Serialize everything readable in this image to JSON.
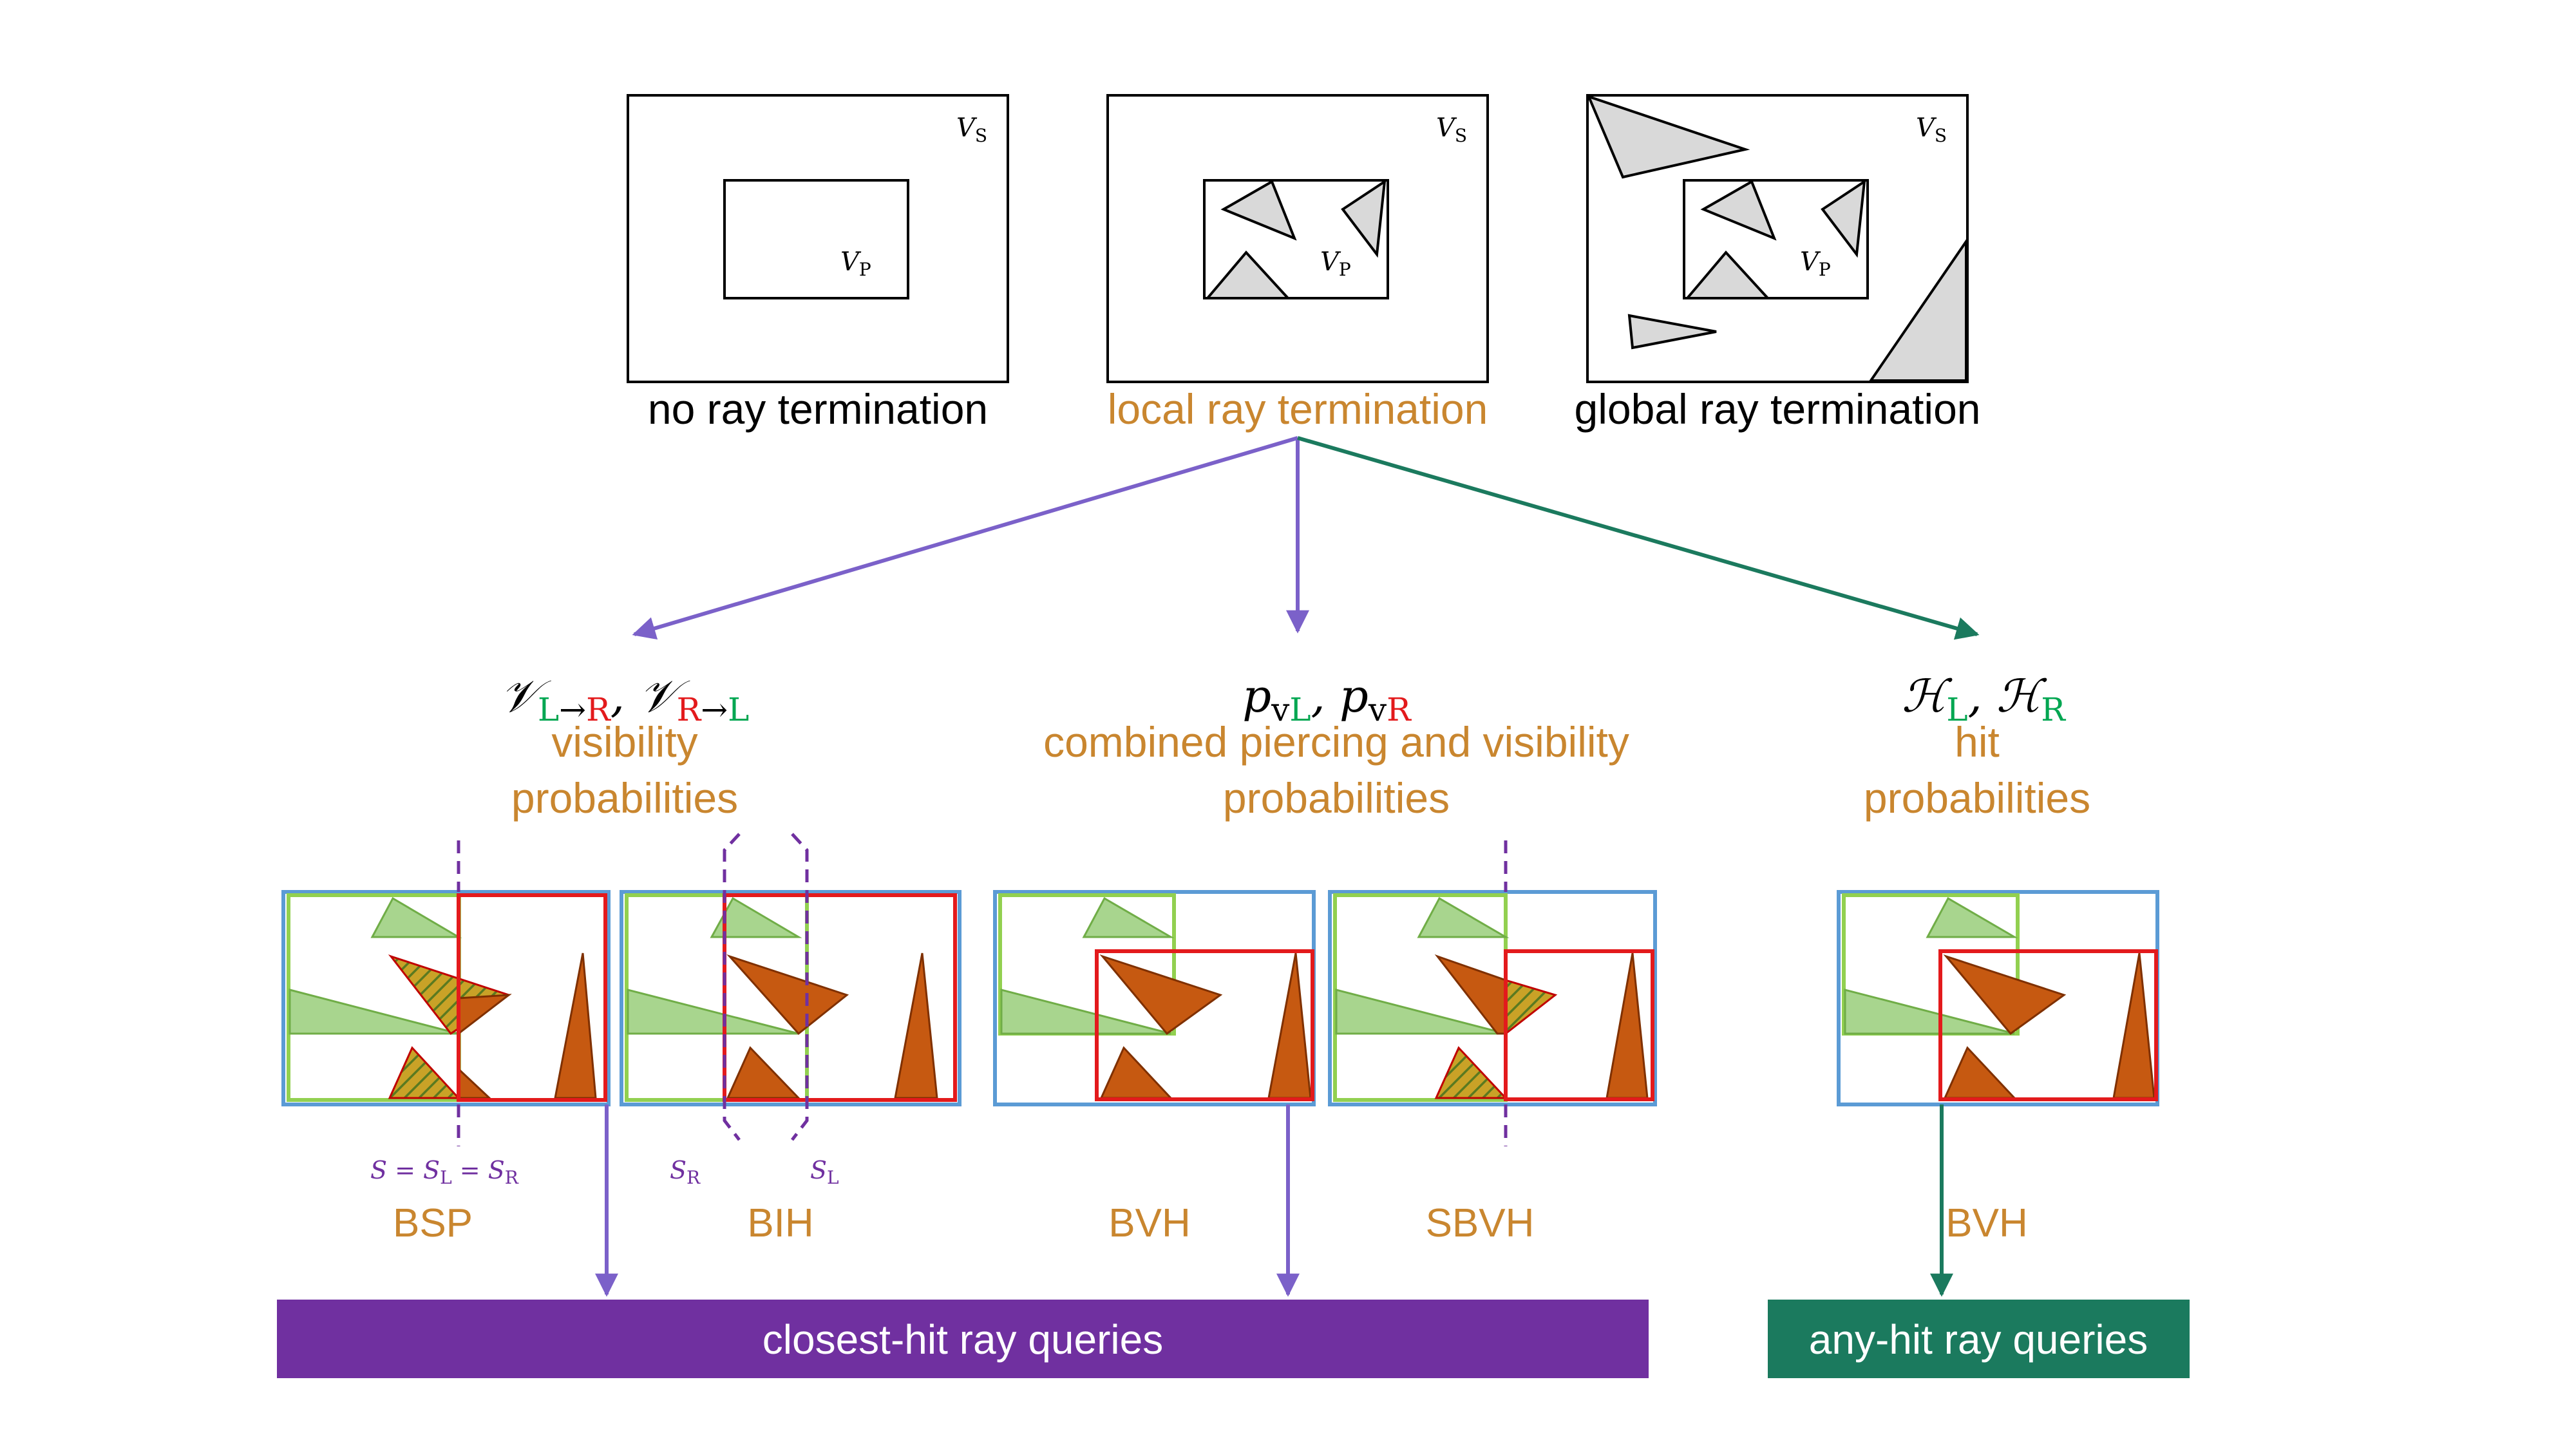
{
  "termination": {
    "none": {
      "label": "no ray termination",
      "vs": "V",
      "vs_sub": "S",
      "vp": "V",
      "vp_sub": "P"
    },
    "local": {
      "label": "local ray termination",
      "vs": "V",
      "vs_sub": "S",
      "vp": "V",
      "vp_sub": "P"
    },
    "global": {
      "label": "global ray termination",
      "vs": "V",
      "vs_sub": "S",
      "vp": "V",
      "vp_sub": "P"
    }
  },
  "branches": {
    "visibility": {
      "sym1": "𝒱",
      "sub1_l": "L",
      "sub1_arrow": "→",
      "sub1_r": "R",
      "sep": ", ",
      "sym2": "𝒱",
      "sub2_r": "R",
      "sub2_arrow": "→",
      "sub2_l": "L",
      "line1": "visibility",
      "line2": "probabilities"
    },
    "combined": {
      "p1": "p",
      "p1_v": "v",
      "p1_l": "L",
      "sep": ", ",
      "p2": "p",
      "p2_v": "v",
      "p2_r": "R",
      "line1": "combined piercing and visibility",
      "line2": "probabilities"
    },
    "hit": {
      "h1": "ℋ",
      "h1_l": "L",
      "sep": ", ",
      "h2": "ℋ",
      "h2_r": "R",
      "line1": "hit",
      "line2": "probabilities"
    }
  },
  "splits": {
    "bsp_eq": {
      "s": "S",
      "eq1": " = ",
      "sl": "S",
      "sl_sub": "L",
      "eq2": " =  ",
      "sr": "S",
      "sr_sub": "R"
    },
    "bih_sr": {
      "s": "S",
      "sub": "R"
    },
    "bih_sl": {
      "s": "S",
      "sub": "L"
    }
  },
  "structures": {
    "bsp": "BSP",
    "bih": "BIH",
    "bvh": "BVH",
    "sbvh": "SBVH",
    "bvh_anyhit": "BVH"
  },
  "queries": {
    "closest": "closest-hit ray queries",
    "anyhit": "any-hit ray queries"
  },
  "colors": {
    "orange": "#C9862F",
    "purple": "#7B61C9",
    "purple_bar": "#7030A0",
    "teal": "#1B7A5E",
    "blue_box": "#5B9BD5",
    "green_box": "#92D050",
    "red_box": "#E31A1C",
    "tri_green": "#A8D58E",
    "tri_orange": "#C65911",
    "tri_gray": "#D9D9D9"
  }
}
